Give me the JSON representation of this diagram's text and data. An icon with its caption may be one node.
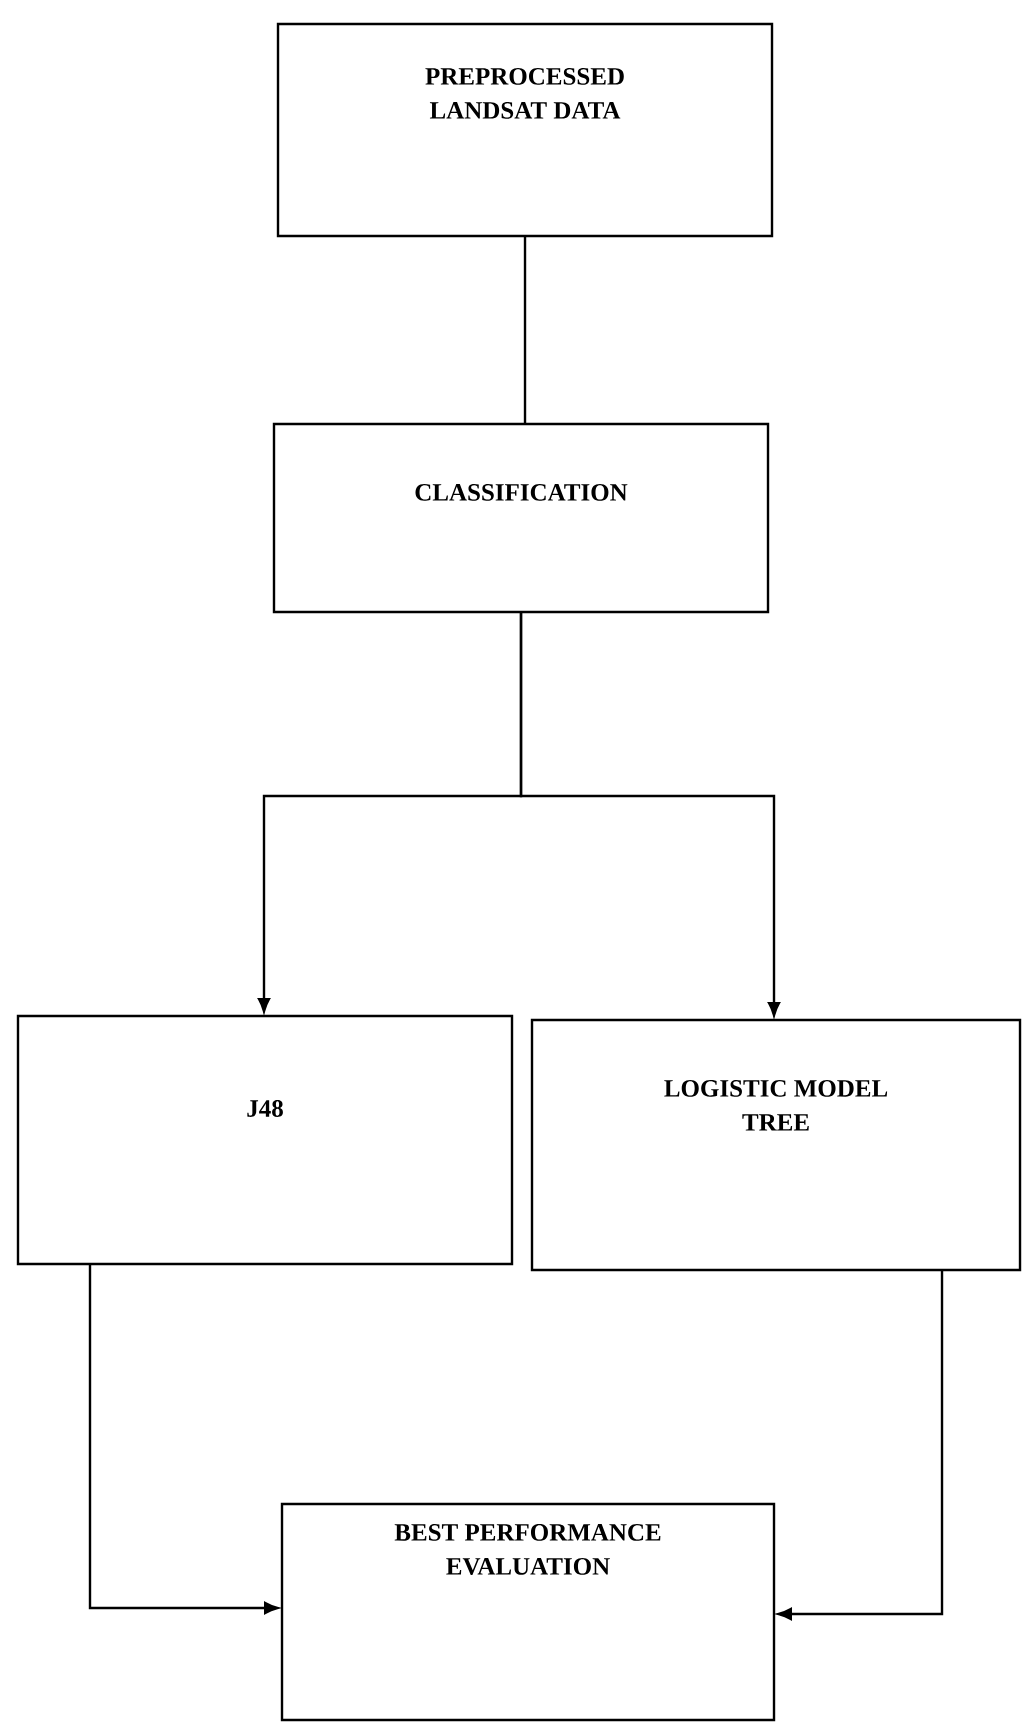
{
  "diagram": {
    "nodes": [
      {
        "text": [
          "PREPROCESSED LANDSAT DATA"
        ]
      },
      {
        "text": [
          "CLASSIFICATION"
        ]
      },
      {
        "text": [
          "J48"
        ]
      },
      {
        "text": [
          "LOGISTIC MODEL TREE"
        ]
      },
      {
        "text": [
          "BEST PERFORMANCE EVALUATION"
        ]
      }
    ],
    "edges": [
      {
        "from": 0,
        "to": 1,
        "arrow": "none"
      },
      {
        "from": 1,
        "to": 2,
        "arrow": "to"
      },
      {
        "from": 1,
        "to": 3,
        "arrow": "to"
      },
      {
        "from": 2,
        "to": 4,
        "arrow": "to"
      },
      {
        "from": 3,
        "to": 4,
        "arrow": "to"
      }
    ]
  }
}
